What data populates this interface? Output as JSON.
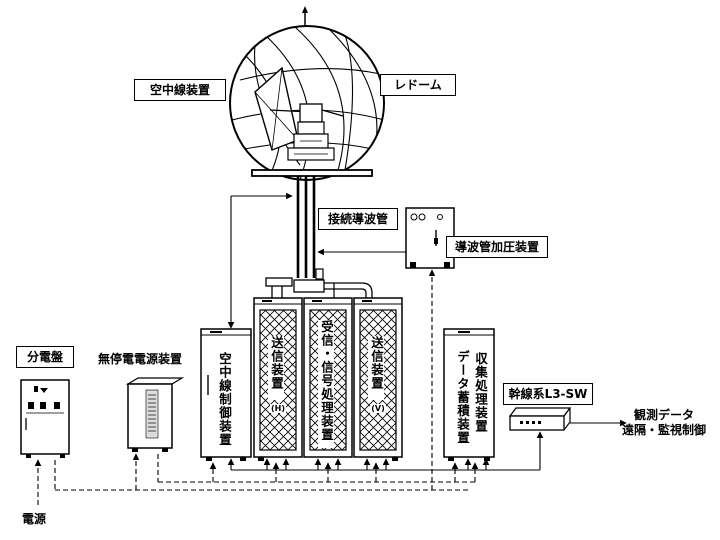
{
  "labels": {
    "antenna": "空中線装置",
    "radome": "レドーム",
    "waveguide": "接続導波管",
    "pressurizer": "導波管加圧装置",
    "antenna_control": "空中線制御装置",
    "transmitter": "送信装置",
    "transmitter_h_sub": "(H)",
    "receiver": "受信・信号処理装置",
    "transmitter_v": "送信装置",
    "transmitter_v_sub": "(V)",
    "data_processing_1": "収集処理装置",
    "data_processing_2": "データ蓄積装置",
    "switchboard": "分電盤",
    "ups": "無停電電源装置",
    "backbone_switch": "幹線系L3-SW",
    "output_line1": "観測データ",
    "output_line2": "遠隔・監視制御",
    "power_source": "電源"
  },
  "colors": {
    "line": "#000000",
    "background": "#ffffff",
    "fill_gray": "#dcdcdc"
  }
}
